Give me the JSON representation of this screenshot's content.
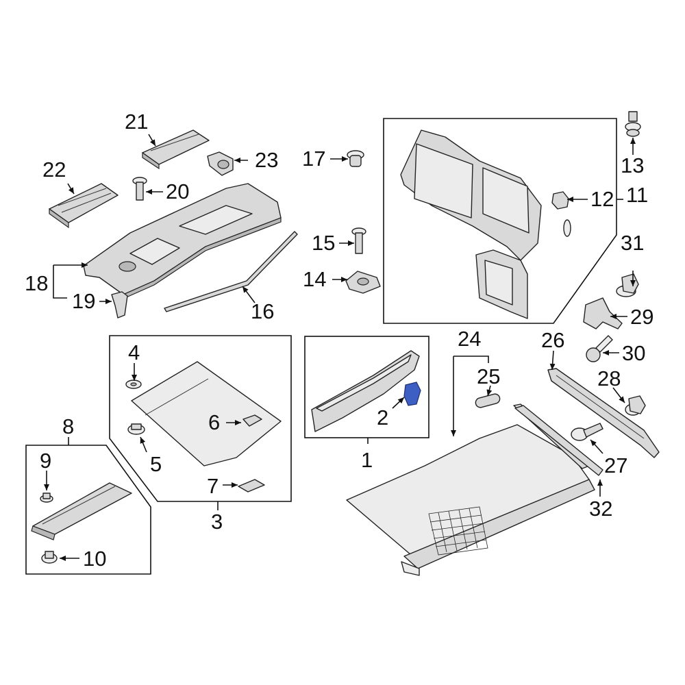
{
  "labels": {
    "p1": "1",
    "p2": "2",
    "p3": "3",
    "p4": "4",
    "p5": "5",
    "p6": "6",
    "p7": "7",
    "p8": "8",
    "p9": "9",
    "p10": "10",
    "p11": "11",
    "p12": "12",
    "p13": "13",
    "p14": "14",
    "p15": "15",
    "p16": "16",
    "p17": "17",
    "p18": "18",
    "p19": "19",
    "p20": "20",
    "p21": "21",
    "p22": "22",
    "p23": "23",
    "p24": "24",
    "p25": "25",
    "p26": "26",
    "p27": "27",
    "p28": "28",
    "p29": "29",
    "p30": "30",
    "p31": "31",
    "p32": "32"
  },
  "colors": {
    "highlight": "#3d5fc4",
    "part_fill": "#d9d9d9",
    "line": "#111111"
  }
}
